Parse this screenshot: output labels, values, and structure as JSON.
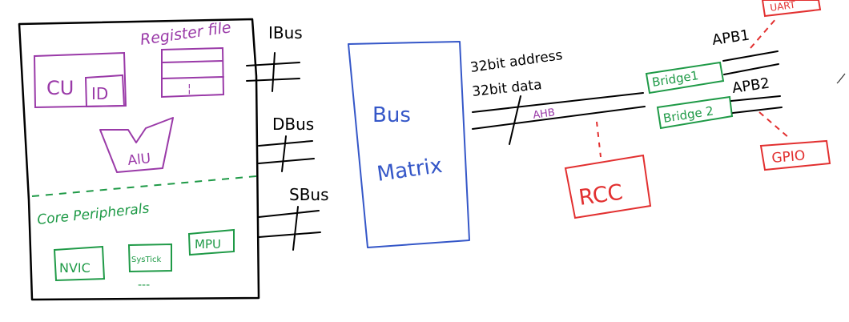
{
  "colors": {
    "black": "#000000",
    "purple": "#9a3aa8",
    "green": "#1f9a47",
    "blue": "#3557c8",
    "red": "#e23030"
  },
  "cpu": {
    "register_file": "Register file",
    "cu": "CU",
    "id": "ID",
    "alu": "AlU",
    "register_row_mark": "¦",
    "core_peripherals": "Core Peripherals",
    "nvic": "NVIC",
    "systick": "SysTick",
    "mpu": "MPU",
    "ellipsis": "---"
  },
  "buses": {
    "ibus": "IBus",
    "dbus": "DBus",
    "sbus": "SBus"
  },
  "bus_matrix": {
    "line1": "Bus",
    "line2": "Matrix"
  },
  "ahb": {
    "address": "32bit address",
    "data": "32bit data",
    "label": "AHB"
  },
  "rcc": "RCC",
  "bridges": {
    "bridge1": "Bridge1",
    "bridge2": "Bridge 2",
    "apb1": "APB1",
    "apb2": "APB2"
  },
  "peripherals": {
    "uart": "UART",
    "gpio": "GPIO"
  }
}
